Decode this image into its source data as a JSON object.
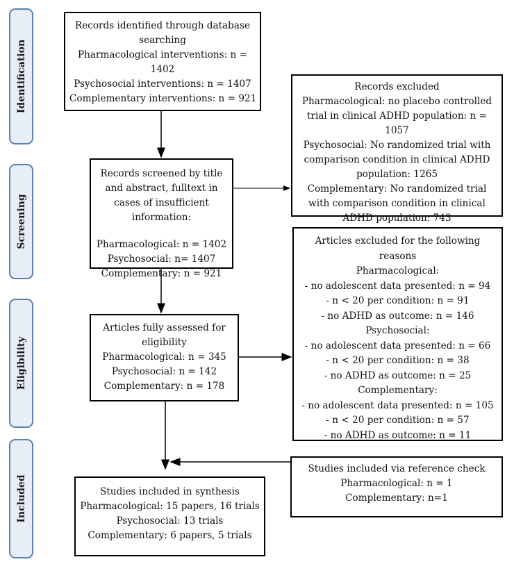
{
  "phases": {
    "identification": "Identification",
    "screening": "Screening",
    "eligibility": "Eligibility",
    "included": "Included"
  },
  "identified": {
    "title": "Records identified through database searching",
    "pharm": "Pharmacological interventions: n = 1402",
    "psych": "Psychosocial interventions: n = 1407",
    "comp": "Complementary interventions: n = 921"
  },
  "excluded_records": {
    "title": "Records excluded",
    "pharm": "Pharmacological: no placebo controlled trial in clinical ADHD population: n = 1057",
    "psych": "Psychosocial: No randomized trial with comparison condition in clinical ADHD population: 1265",
    "comp": "Complementary: No randomized trial with comparison condition in clinical ADHD population: 743"
  },
  "screened": {
    "title": "Records screened by title and abstract, fulltext in cases of insufficient information:",
    "pharm": "Pharmacological: n = 1402",
    "psych": "Psychosocial: n= 1407",
    "comp": "Complementary: n = 921"
  },
  "excluded_articles": {
    "title": "Articles excluded for the following reasons",
    "pharm_head": "Pharmacological:",
    "pharm_1": "- no adolescent data presented: n = 94",
    "pharm_2": "- n < 20 per condition: n = 91",
    "pharm_3": "- no ADHD as outcome: n = 146",
    "psych_head": "Psychosocial:",
    "psych_1": "- no adolescent data presented: n = 66",
    "psych_2": "- n < 20 per condition: n = 38",
    "psych_3": "- no ADHD as outcome: n = 25",
    "comp_head": "Complementary:",
    "comp_1": "- no adolescent data presented: n = 105",
    "comp_2": "- n < 20 per condition: n = 57",
    "comp_3": "- no ADHD as outcome: n = 11"
  },
  "assessed": {
    "title": "Articles fully assessed for eligibility",
    "pharm": "Pharmacological: n = 345",
    "psych": "Psychosocial: n = 142",
    "comp": "Complementary: n = 178"
  },
  "reference": {
    "title": "Studies included via reference check",
    "pharm": "Pharmacological: n = 1",
    "comp": "Complementary: n=1"
  },
  "synthesis": {
    "title": "Studies included in synthesis",
    "pharm": "Pharmacological: 15 papers, 16 trials",
    "psych": "Psychosocial: 13 trials",
    "comp": "Complementary: 6 papers, 5 trials"
  }
}
